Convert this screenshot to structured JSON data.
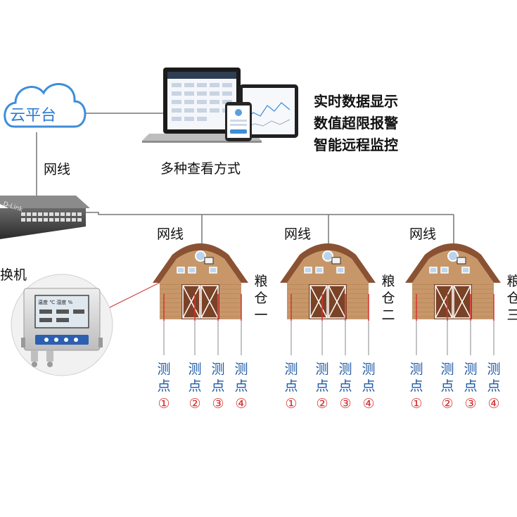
{
  "cloud": {
    "label": "云平台"
  },
  "features": [
    "实时数据显示",
    "数值超限报警",
    "智能远程监控"
  ],
  "devices_caption": "多种查看方式",
  "cable_label": "网线",
  "switch": {
    "label": "换机",
    "brand": "D-Link"
  },
  "logger": {
    "screen_text": "温度 ℃  湿度 %"
  },
  "granaries": [
    {
      "name": "粮仓一",
      "cable": "网线",
      "points": [
        {
          "name": "测点",
          "num": "①"
        },
        {
          "name": "测点",
          "num": "②"
        },
        {
          "name": "测点",
          "num": "③"
        },
        {
          "name": "测点",
          "num": "④"
        }
      ]
    },
    {
      "name": "粮仓二",
      "cable": "网线",
      "points": [
        {
          "name": "测点",
          "num": "①"
        },
        {
          "name": "测点",
          "num": "②"
        },
        {
          "name": "测点",
          "num": "③"
        },
        {
          "name": "测点",
          "num": "④"
        }
      ]
    },
    {
      "name": "粮仓三",
      "cable": "网线",
      "points": [
        {
          "name": "测点",
          "num": "①"
        },
        {
          "name": "测点",
          "num": "②"
        },
        {
          "name": "测点",
          "num": "③"
        },
        {
          "name": "测点",
          "num": "④"
        }
      ]
    }
  ],
  "colors": {
    "line": "#777777",
    "cloud_stroke": "#3d8ed8",
    "cloud_text": "#2a7bd0",
    "point_text": "#1f5aa6",
    "circle_num": "#d83030",
    "sensor_line": "#d83030",
    "barn_wall": "#c7976a",
    "barn_roof": "#8a5233",
    "barn_door": "#7a4326"
  }
}
